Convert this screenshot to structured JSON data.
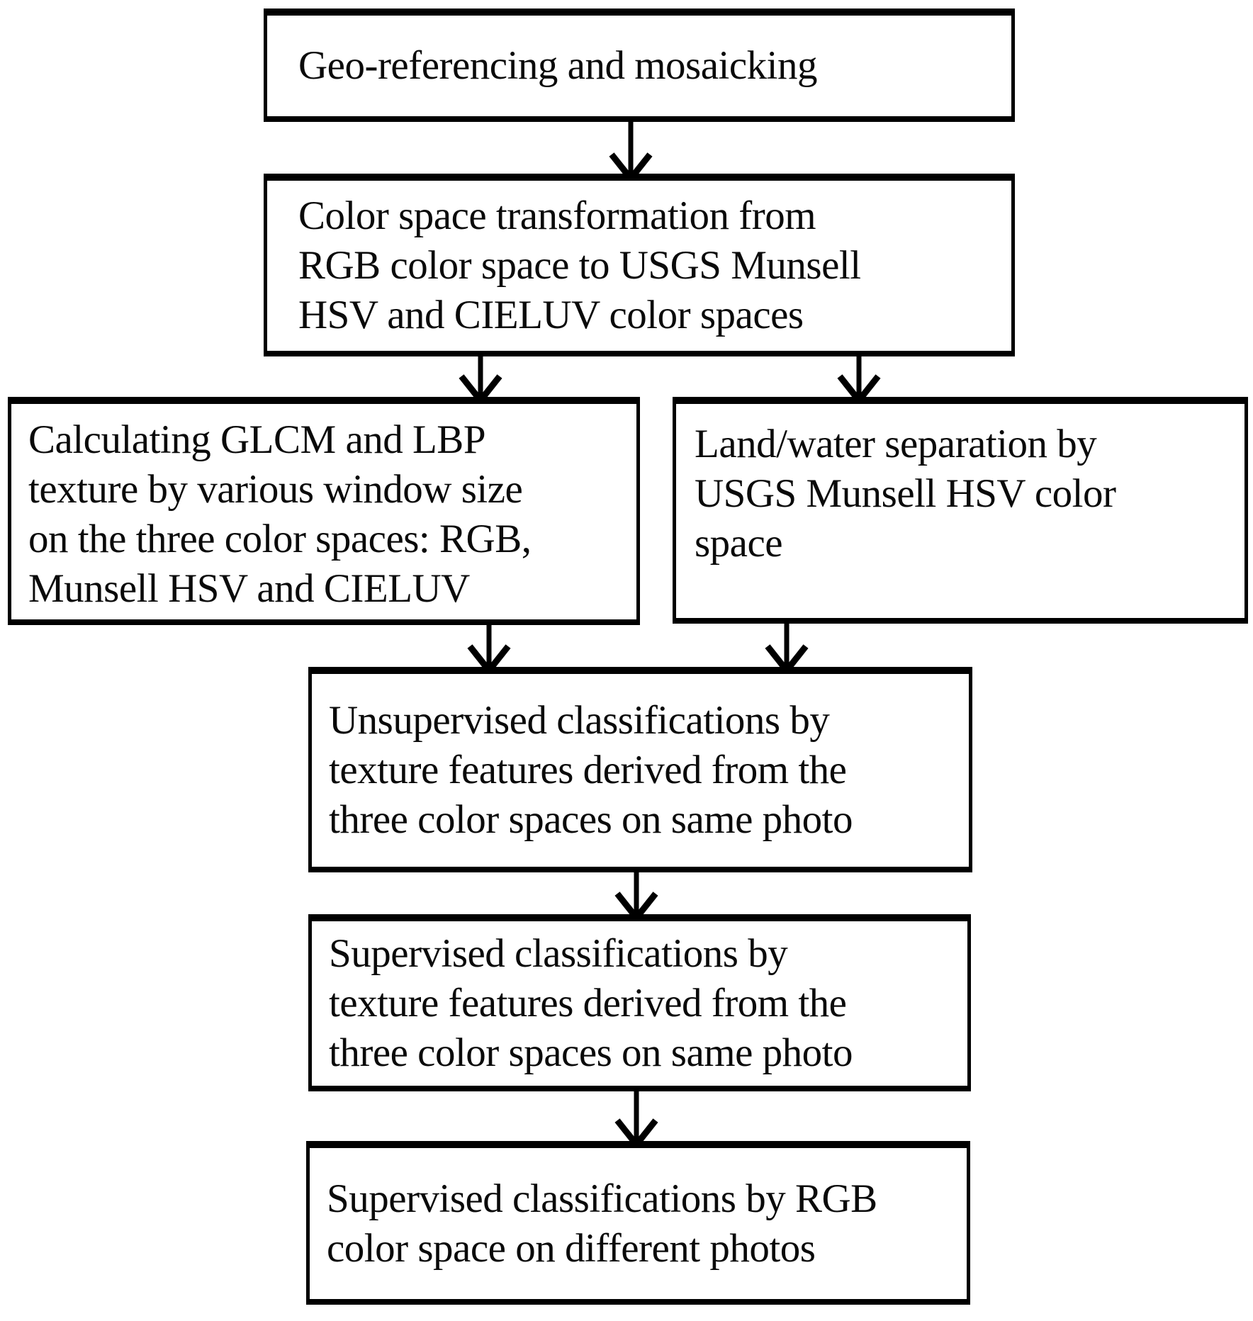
{
  "figure": {
    "type": "flowchart",
    "background_color": "#ffffff",
    "line_color": "#000000",
    "text_color": "#000000"
  },
  "flowchart": {
    "nodes": [
      {
        "id": "geo-referencing-and-mosaicking",
        "label": "Geo-referencing and mosaicking"
      },
      {
        "id": "color-space-transformation",
        "label": "Color space transformation from\nRGB color space to USGS Munsell\nHSV and CIELUV color spaces"
      },
      {
        "id": "glcm-lbp-texture-calculation",
        "label": "Calculating GLCM and LBP\ntexture by various window size\non the three color spaces: RGB,\nMunsell HSV and CIELUV"
      },
      {
        "id": "land-water-separation",
        "label": "Land/water separation by\nUSGS Munsell HSV color\nspace"
      },
      {
        "id": "unsupervised-classifications",
        "label": "Unsupervised classifications by\ntexture features derived from the\nthree color spaces on same photo"
      },
      {
        "id": "supervised-classifications-same-photo",
        "label": "Supervised classifications by\ntexture features derived from the\nthree color spaces on same photo"
      },
      {
        "id": "supervised-classifications-different-photos",
        "label": "Supervised classifications by RGB\ncolor space on different photos"
      }
    ],
    "edges": [
      {
        "from": "geo-referencing-and-mosaicking",
        "to": "color-space-transformation"
      },
      {
        "from": "color-space-transformation",
        "to": "glcm-lbp-texture-calculation"
      },
      {
        "from": "color-space-transformation",
        "to": "land-water-separation"
      },
      {
        "from": "glcm-lbp-texture-calculation",
        "to": "unsupervised-classifications"
      },
      {
        "from": "land-water-separation",
        "to": "unsupervised-classifications"
      },
      {
        "from": "unsupervised-classifications",
        "to": "supervised-classifications-same-photo"
      },
      {
        "from": "supervised-classifications-same-photo",
        "to": "supervised-classifications-different-photos"
      }
    ]
  }
}
